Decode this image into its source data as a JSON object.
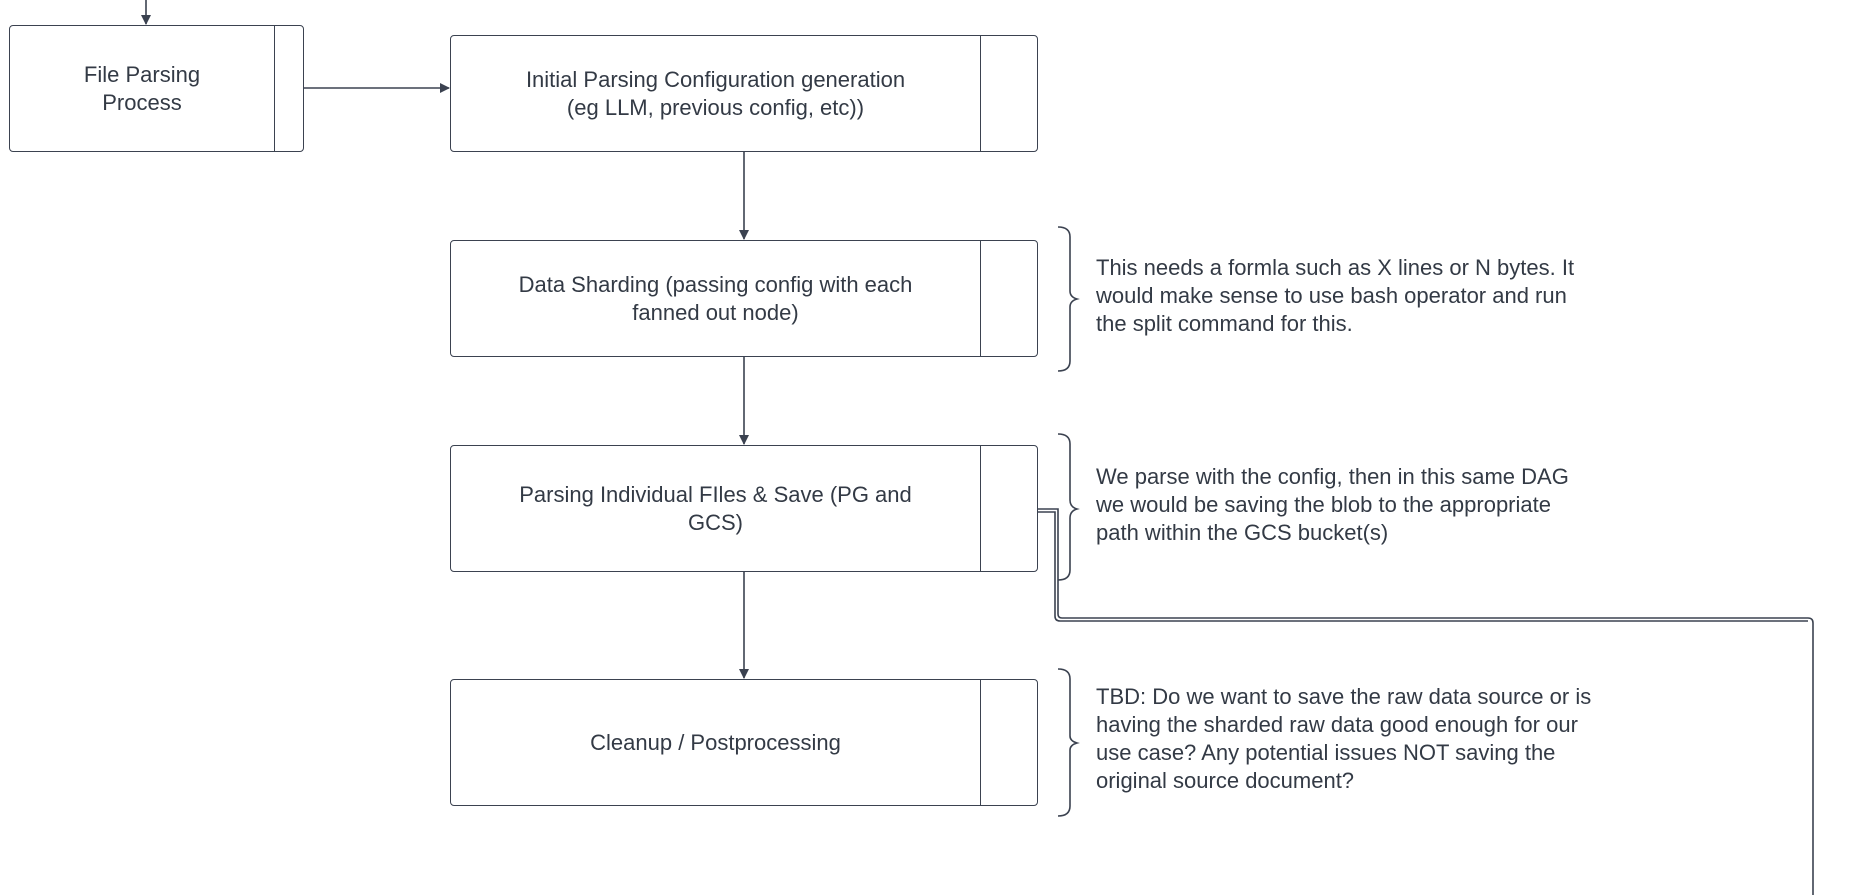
{
  "diagram": {
    "boxes": {
      "file_parsing": "File Parsing\nProcess",
      "initial_config": "Initial Parsing Configuration generation\n(eg LLM, previous config, etc))",
      "data_sharding": "Data Sharding (passing config with each\nfanned out node)",
      "parsing_files": "Parsing Individual FIles & Save (PG and\nGCS)",
      "cleanup": "Cleanup / Postprocessing"
    },
    "notes": {
      "sharding": "This needs a formla such as X lines or N bytes. It\nwould make sense to use bash operator and run\nthe split command for this.",
      "parsing": "We parse with the config, then in this same  DAG\nwe would be saving the blob to the appropriate\npath within the GCS bucket(s)",
      "cleanup": "TBD: Do we want to save the raw data source or is\nhaving the sharded raw data good enough for our\nuse case? Any potential issues NOT saving the\noriginal source document?"
    },
    "colors": {
      "stroke": "#3b4250",
      "text": "#333a45",
      "background": "#ffffff"
    }
  }
}
